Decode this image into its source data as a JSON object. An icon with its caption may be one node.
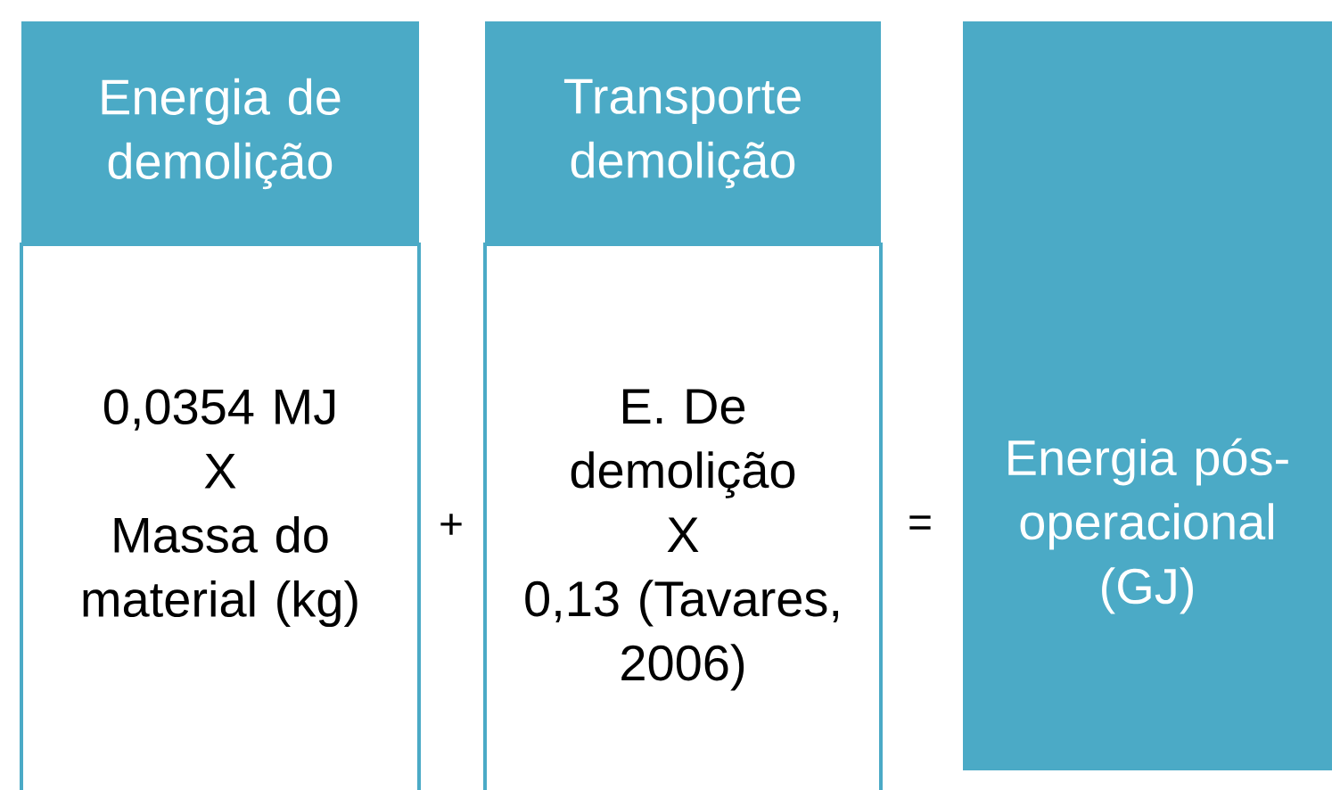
{
  "diagram": {
    "nodes": [
      {
        "text": [
          "Energia de demolição",
          "0,0354 MJ",
          "X",
          "Massa do material (kg)"
        ]
      },
      {
        "text": [
          "Transporte demolição",
          "E. De demolição",
          "X",
          "0,13 (Tavares, 2006)"
        ]
      },
      {
        "text": [
          "Energia pós-operacional (GJ)"
        ]
      }
    ],
    "labels": [
      "+",
      "="
    ]
  }
}
